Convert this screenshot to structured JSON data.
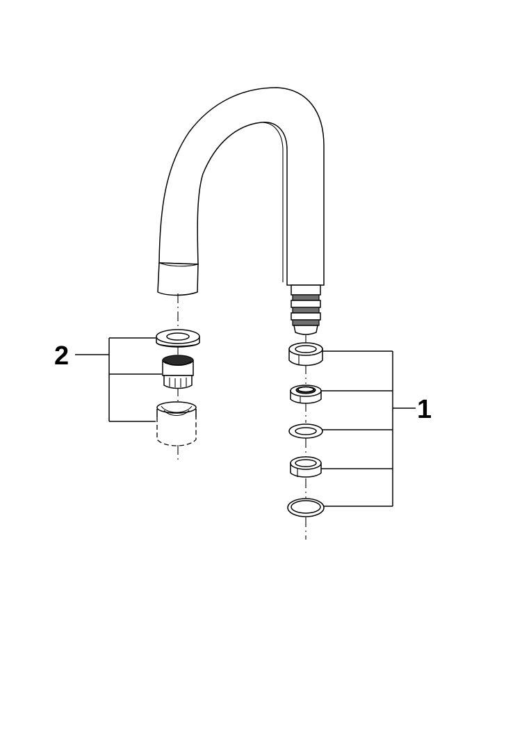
{
  "diagram": {
    "callouts": [
      {
        "id": "1",
        "label": "1"
      },
      {
        "id": "2",
        "label": "2"
      }
    ],
    "colors": {
      "line": "#000000",
      "background": "#ffffff",
      "shade": "#6f6f6f"
    }
  }
}
